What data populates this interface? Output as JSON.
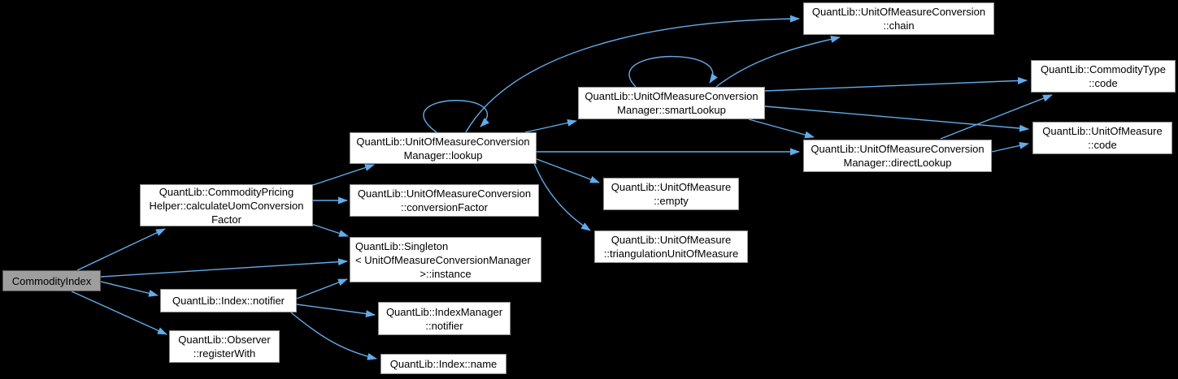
{
  "diagram": {
    "type": "call-graph",
    "colors": {
      "background": "#000000",
      "node_fill": "#ffffff",
      "node_border": "#929292",
      "active_node_fill": "#9e9e9e",
      "text": "#000000",
      "arrow": "#61aceb"
    },
    "nodes": {
      "commodity_index": {
        "lines": [
          "CommodityIndex"
        ],
        "highlighted": true
      },
      "calc_uom": {
        "lines": [
          "QuantLib::CommodityPricing",
          "Helper::calculateUomConversion",
          "Factor"
        ]
      },
      "index_notifier": {
        "lines": [
          "QuantLib::Index::notifier"
        ]
      },
      "observer_register_with": {
        "lines": [
          "QuantLib::Observer",
          "::registerWith"
        ]
      },
      "lookup": {
        "lines": [
          "QuantLib::UnitOfMeasureConversion",
          "Manager::lookup"
        ]
      },
      "conversion_factor": {
        "lines": [
          "QuantLib::UnitOfMeasureConversion",
          "::conversionFactor"
        ]
      },
      "singleton_instance": {
        "lines": [
          "QuantLib::Singleton",
          "< UnitOfMeasureConversionManager",
          ">::instance"
        ]
      },
      "index_manager_notifier": {
        "lines": [
          "QuantLib::IndexManager",
          "::notifier"
        ]
      },
      "index_name": {
        "lines": [
          "QuantLib::Index::name"
        ]
      },
      "smart_lookup": {
        "lines": [
          "QuantLib::UnitOfMeasureConversion",
          "Manager::smartLookup"
        ]
      },
      "uom_empty": {
        "lines": [
          "QuantLib::UnitOfMeasure",
          "::empty"
        ]
      },
      "uom_triangulation": {
        "lines": [
          "QuantLib::UnitOfMeasure",
          "::triangulationUnitOfMeasure"
        ]
      },
      "direct_lookup": {
        "lines": [
          "QuantLib::UnitOfMeasureConversion",
          "Manager::directLookup"
        ]
      },
      "chain": {
        "lines": [
          "QuantLib::UnitOfMeasureConversion",
          "::chain"
        ]
      },
      "commodity_type_code": {
        "lines": [
          "QuantLib::CommodityType",
          "::code"
        ]
      },
      "uom_code": {
        "lines": [
          "QuantLib::UnitOfMeasure",
          "::code"
        ]
      }
    },
    "edges": [
      {
        "from": "commodity_index",
        "to": "calc_uom"
      },
      {
        "from": "commodity_index",
        "to": "singleton_instance"
      },
      {
        "from": "commodity_index",
        "to": "index_notifier"
      },
      {
        "from": "commodity_index",
        "to": "observer_register_with"
      },
      {
        "from": "calc_uom",
        "to": "lookup"
      },
      {
        "from": "calc_uom",
        "to": "conversion_factor"
      },
      {
        "from": "calc_uom",
        "to": "singleton_instance"
      },
      {
        "from": "index_notifier",
        "to": "singleton_instance"
      },
      {
        "from": "index_notifier",
        "to": "index_manager_notifier"
      },
      {
        "from": "index_notifier",
        "to": "index_name"
      },
      {
        "from": "lookup",
        "to": "lookup"
      },
      {
        "from": "lookup",
        "to": "chain"
      },
      {
        "from": "lookup",
        "to": "smart_lookup"
      },
      {
        "from": "lookup",
        "to": "direct_lookup"
      },
      {
        "from": "lookup",
        "to": "uom_empty"
      },
      {
        "from": "lookup",
        "to": "uom_triangulation"
      },
      {
        "from": "smart_lookup",
        "to": "smart_lookup"
      },
      {
        "from": "smart_lookup",
        "to": "chain"
      },
      {
        "from": "smart_lookup",
        "to": "commodity_type_code"
      },
      {
        "from": "smart_lookup",
        "to": "uom_code"
      },
      {
        "from": "smart_lookup",
        "to": "direct_lookup"
      },
      {
        "from": "direct_lookup",
        "to": "commodity_type_code"
      },
      {
        "from": "direct_lookup",
        "to": "uom_code"
      }
    ]
  }
}
